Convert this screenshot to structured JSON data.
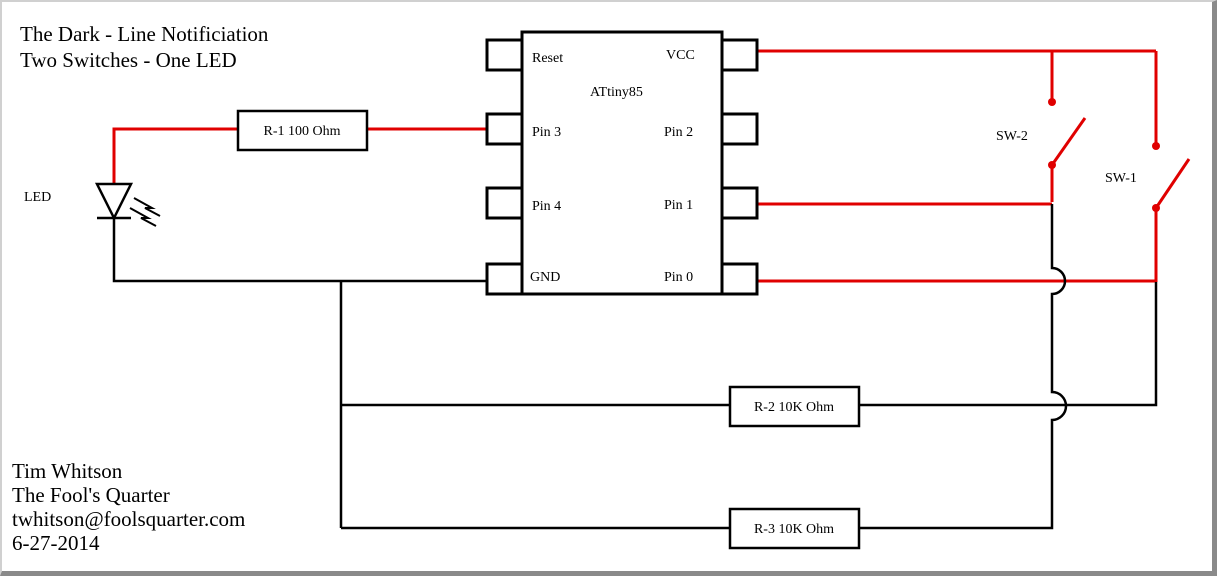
{
  "title": {
    "line1": "The Dark - Line Notificiation",
    "line2": "Two Switches - One LED"
  },
  "chip": {
    "name": "ATtiny85",
    "pins": {
      "reset": "Reset",
      "vcc": "VCC",
      "pin3": "Pin 3",
      "pin2": "Pin 2",
      "pin4": "Pin 4",
      "pin1": "Pin 1",
      "gnd": "GND",
      "pin0": "Pin 0"
    }
  },
  "components": {
    "r1": "R-1 100 Ohm",
    "r2": "R-2 10K Ohm",
    "r3": "R-3 10K Ohm",
    "led": "LED",
    "sw1": "SW-1",
    "sw2": "SW-2"
  },
  "author": {
    "name": "Tim Whitson",
    "site": "The Fool's Quarter",
    "email": "twhitson@foolsquarter.com",
    "date": "6-27-2014"
  },
  "colors": {
    "wire_signal": "#e00000",
    "wire_ground": "#000000",
    "background": "#ffffff"
  }
}
